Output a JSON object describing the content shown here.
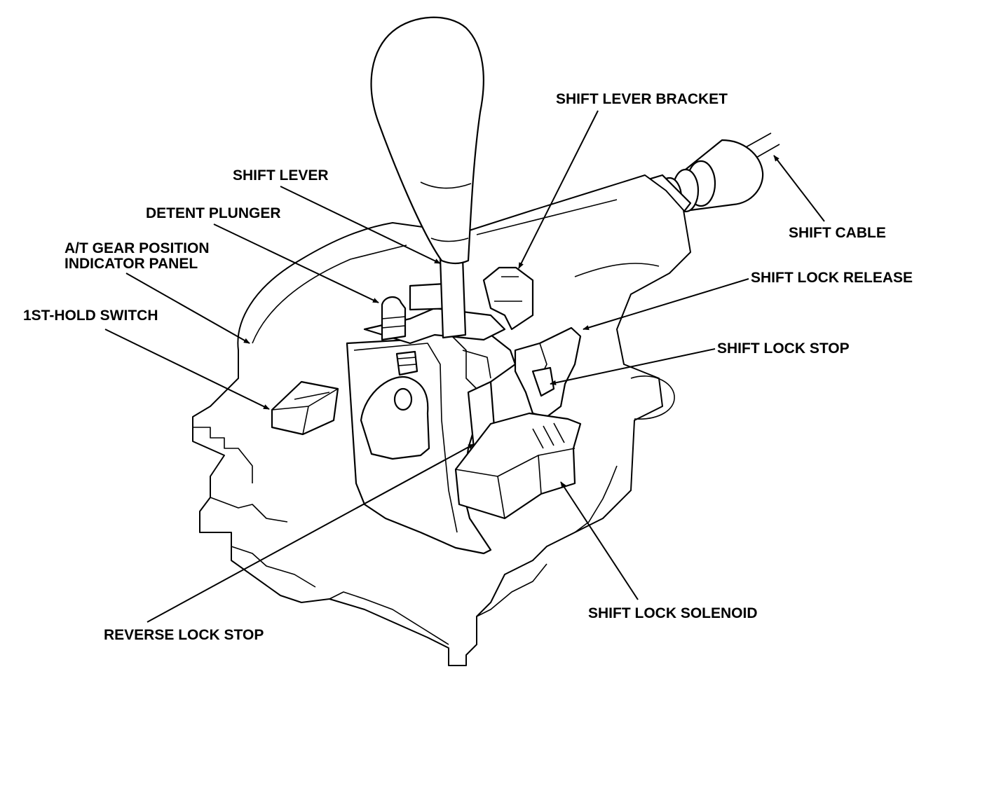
{
  "labels": {
    "shift_lever_bracket": "SHIFT LEVER BRACKET",
    "shift_lever": "SHIFT LEVER",
    "detent_plunger": "DETENT PLUNGER",
    "indicator_panel_line1": "A/T GEAR POSITION",
    "indicator_panel_line2": "INDICATOR PANEL",
    "first_hold_switch": "1ST-HOLD SWITCH",
    "shift_cable": "SHIFT CABLE",
    "shift_lock_release": "SHIFT LOCK RELEASE",
    "shift_lock_stop": "SHIFT LOCK STOP",
    "shift_lock_solenoid": "SHIFT LOCK SOLENOID",
    "reverse_lock_stop": "REVERSE LOCK STOP"
  },
  "colors": {
    "line": "#000000",
    "background": "#ffffff"
  }
}
